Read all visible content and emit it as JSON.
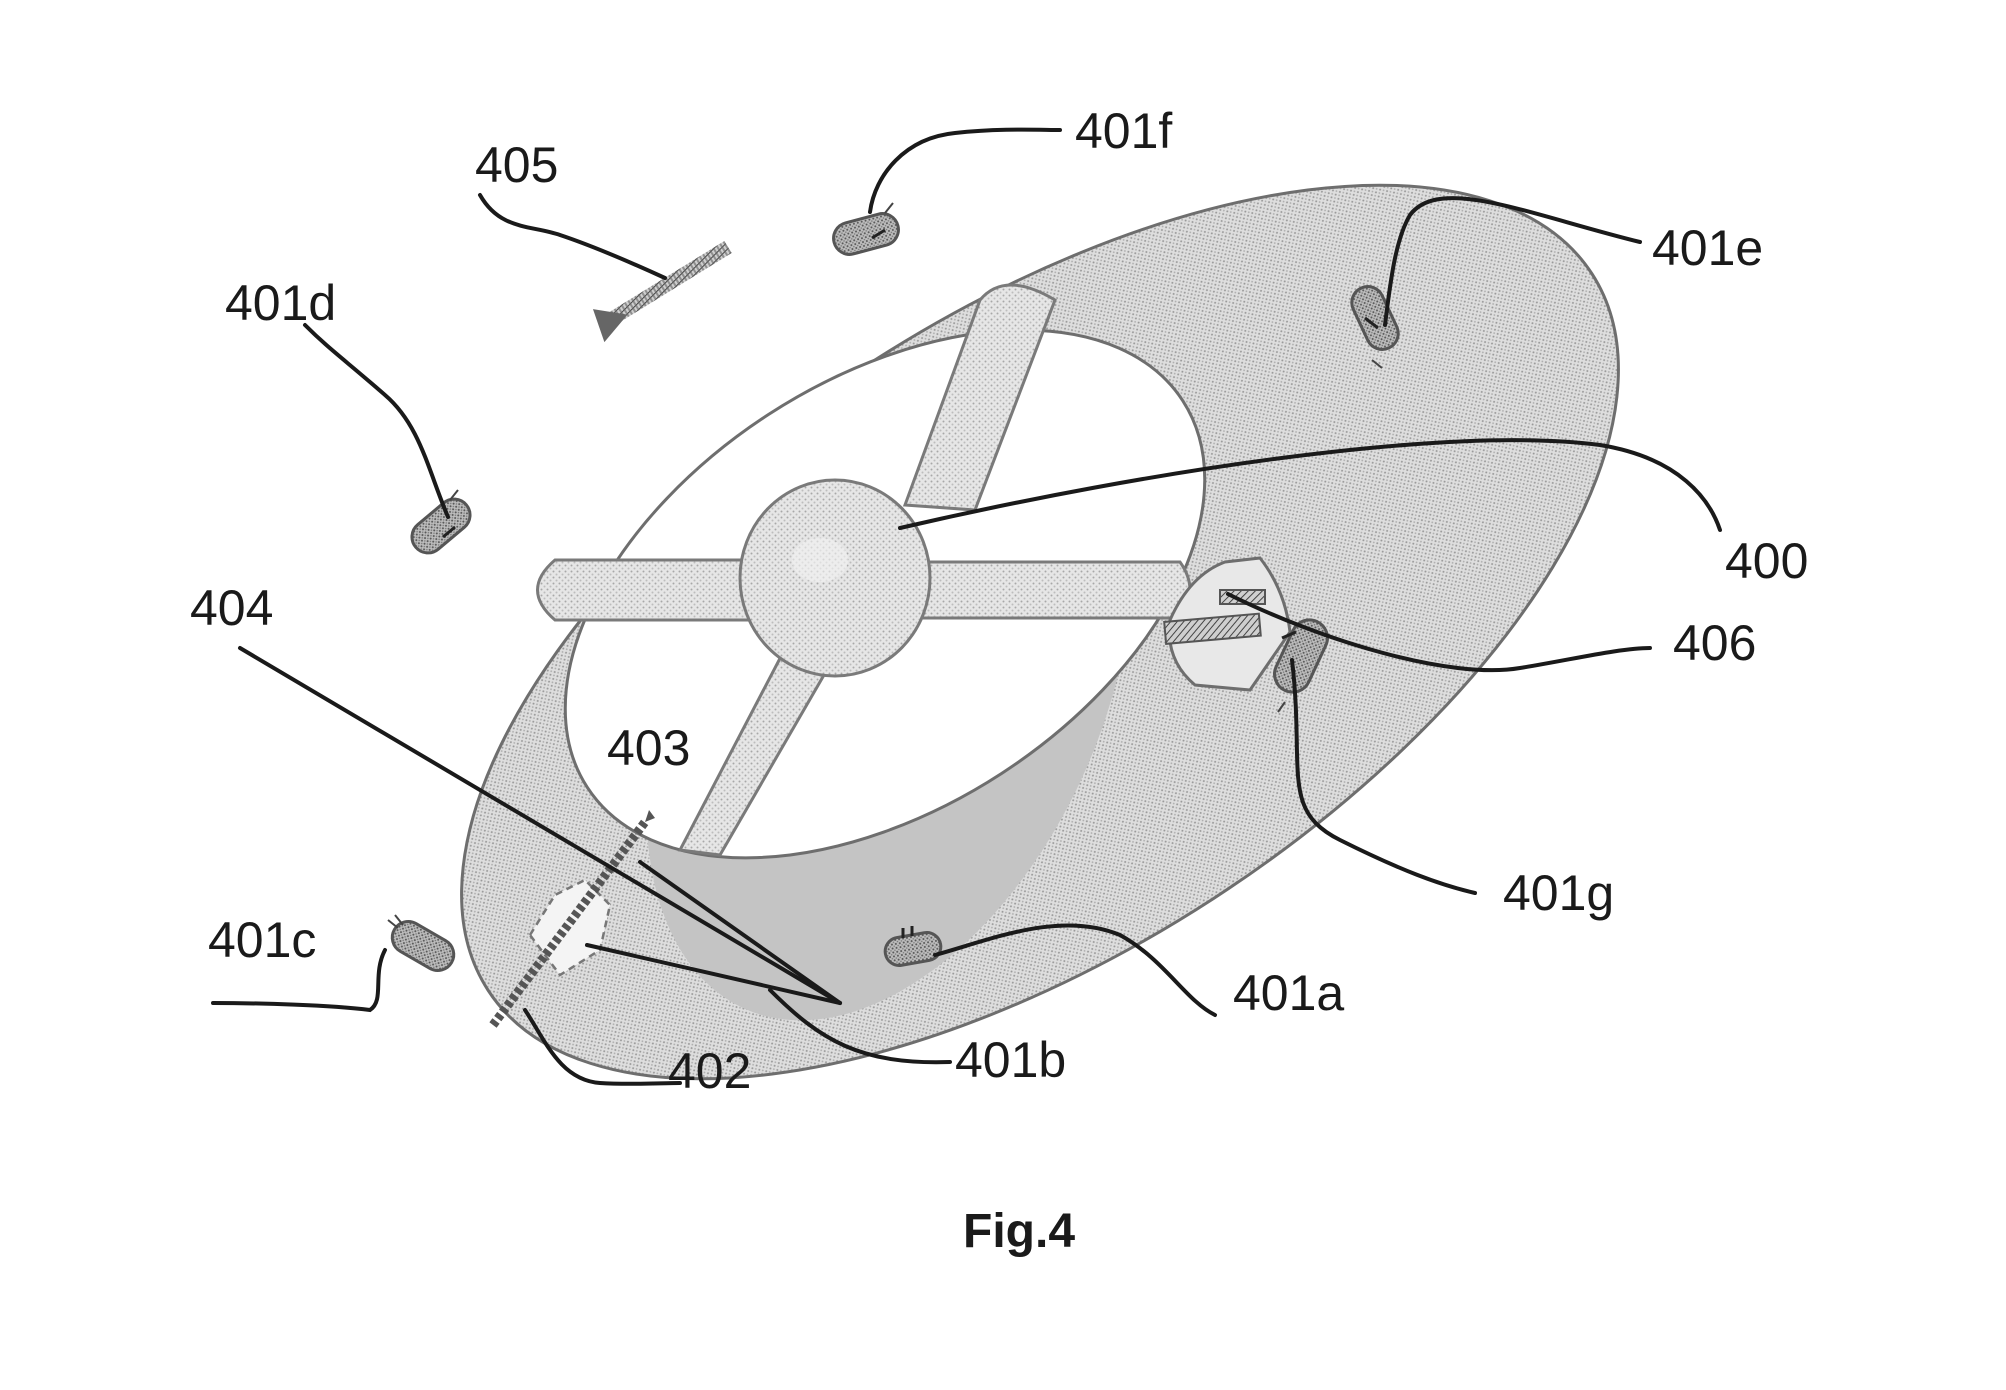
{
  "figure": {
    "caption": "Fig.4",
    "labels": {
      "l400": "400",
      "l401a": "401a",
      "l401b": "401b",
      "l401c": "401c",
      "l401d": "401d",
      "l401e": "401e",
      "l401f": "401f",
      "l401g": "401g",
      "l402": "402",
      "l403": "403",
      "l404": "404",
      "l405": "405",
      "l406": "406"
    }
  }
}
